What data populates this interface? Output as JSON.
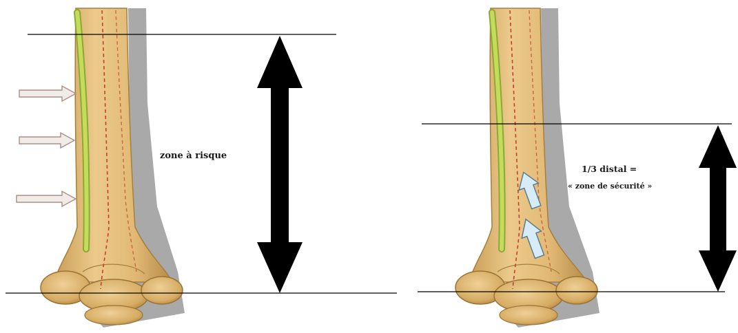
{
  "left_panel": {
    "label": "zone à risque",
    "arrow_count": 3
  },
  "right_panel": {
    "label_line1": "1/3 distal =",
    "label_line2": "« zone de sécurité »",
    "arrow_count": 2
  },
  "colors": {
    "bone": "#e2bc78",
    "bone_dark": "#a9823f",
    "shadow": "#9a9a9a",
    "nerve": "#b7d24a",
    "artery_dash": "#c2402e",
    "hint_arrow_fill": "#f1ece8",
    "hint_arrow_stroke": "#a88f86",
    "safety_arrow_fill": "#d6ecf8",
    "safety_arrow_stroke": "#5e7a8e",
    "marker": "#000000"
  }
}
